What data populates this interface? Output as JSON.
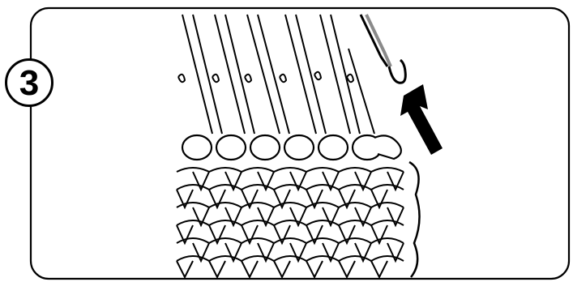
{
  "step": {
    "number": "3"
  },
  "colors": {
    "line": "#000000",
    "background": "#ffffff",
    "hook_gray": "#9a9a9a"
  },
  "figure": {
    "needles_icon": "knitting-machine-needles",
    "hook_icon": "transfer-hook-tool",
    "arrow_icon": "up-arrow",
    "fabric": "knitted-fabric-stockinette"
  }
}
